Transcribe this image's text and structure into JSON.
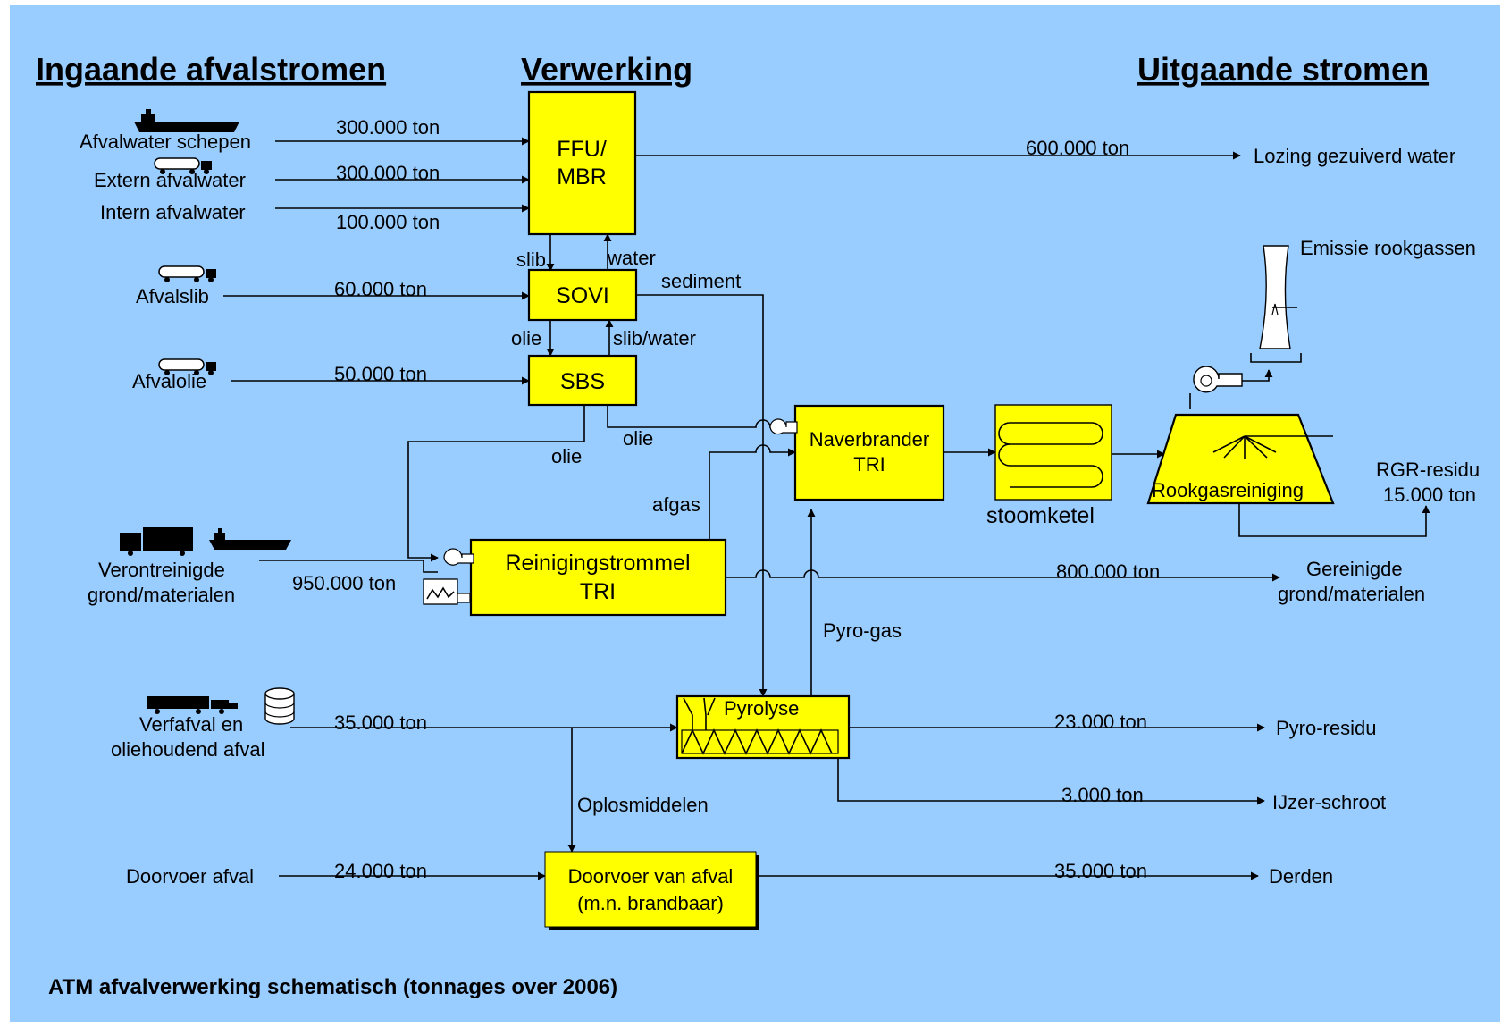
{
  "headers": {
    "incoming": "Ingaande afvalstromen",
    "processing": "Verwerking",
    "outgoing": "Uitgaande stromen"
  },
  "footer": "ATM afvalverwerking schematisch (tonnages over 2006)",
  "inputs": {
    "afvalwater_schepen": {
      "label": "Afvalwater schepen",
      "tonnage": "300.000 ton"
    },
    "extern_afvalwater": {
      "label": "Extern afvalwater",
      "tonnage": "300.000 ton"
    },
    "intern_afvalwater": {
      "label": "Intern afvalwater",
      "tonnage": "100.000 ton"
    },
    "afvalslib": {
      "label": "Afvalslib",
      "tonnage": "60.000 ton"
    },
    "afvalolie": {
      "label": "Afvalolie",
      "tonnage": "50.000 ton"
    },
    "grond": {
      "label_line1": "Verontreinigde",
      "label_line2": "grond/materialen",
      "tonnage": "950.000 ton"
    },
    "verfafval": {
      "label_line1": "Verfafval en",
      "label_line2": "oliehoudend afval",
      "tonnage": "35.000 ton"
    },
    "doorvoer": {
      "label": "Doorvoer afval",
      "tonnage": "24.000 ton"
    }
  },
  "processes": {
    "ffu_line1": "FFU/",
    "ffu_line2": "MBR",
    "sovi": "SOVI",
    "sbs": "SBS",
    "naverbrander_line1": "Naverbrander",
    "naverbrander_line2": "TRI",
    "stoomketel": "stoomketel",
    "rookgasreiniging": "Rookgasreiniging",
    "trommel_line1": "Reinigingstrommel",
    "trommel_line2": "TRI",
    "pyrolyse": "Pyrolyse",
    "doorvoer_line1": "Doorvoer van afval",
    "doorvoer_line2": "(m.n. brandbaar)"
  },
  "flows": {
    "slib": "slib",
    "water": "water",
    "sediment": "sediment",
    "olie_sovi_sbs": "olie",
    "slib_water": "slib/water",
    "olie_sbs_naverbrander": "olie",
    "olie_sbs_trommel": "olie",
    "afgas": "afgas",
    "pyro_gas": "Pyro-gas",
    "oplosmiddelen": "Oplosmiddelen"
  },
  "outputs": {
    "lozing": {
      "label": "Lozing gezuiverd water",
      "tonnage": "600.000 ton"
    },
    "emissie": {
      "label": "Emissie rookgassen"
    },
    "rgr": {
      "label_line1": "RGR-residu",
      "label_line2": "15.000 ton"
    },
    "gereinigde": {
      "label_line1": "Gereinigde",
      "label_line2": "grond/materialen",
      "tonnage": "800.000 ton"
    },
    "pyro_residu": {
      "label": "Pyro-residu",
      "tonnage": "23.000 ton"
    },
    "ijzer": {
      "label": "IJzer-schroot",
      "tonnage": "3.000 ton"
    },
    "derden": {
      "label": "Derden",
      "tonnage": "35.000 ton"
    }
  },
  "colors": {
    "background": "#99ccff",
    "process_box": "#ffff00",
    "line": "#000000"
  }
}
